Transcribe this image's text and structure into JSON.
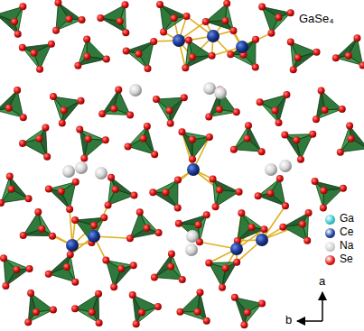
{
  "diagram": {
    "labels": [
      "GaSe₄",
      "a",
      "b"
    ],
    "legend": [
      {
        "text": "Ga",
        "color": "#33c7cc"
      },
      {
        "text": "Ce",
        "color": "#1c3f9e"
      },
      {
        "text": "Na",
        "color": "#d4d4d4"
      },
      {
        "text": "Se",
        "color": "#e01818"
      }
    ]
  }
}
